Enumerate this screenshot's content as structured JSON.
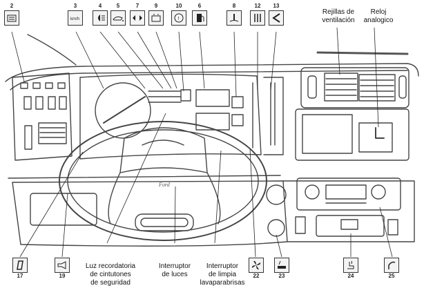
{
  "callouts_top": [
    {
      "num": "2",
      "icon": "rear-defrost-icon"
    },
    {
      "num": "3",
      "icon": "speedometer-kmh-icon"
    },
    {
      "num": "4",
      "icon": "headlight-icon"
    },
    {
      "num": "5",
      "icon": "oil-pressure-icon"
    },
    {
      "num": "7",
      "icon": "turn-signal-icon"
    },
    {
      "num": "9",
      "icon": "battery-icon"
    },
    {
      "num": "10",
      "icon": "brake-warning-icon"
    },
    {
      "num": "6",
      "icon": "fuel-pump-icon"
    },
    {
      "num": "8",
      "icon": "coolant-temp-icon"
    },
    {
      "num": "12",
      "icon": "temperature-gauge-icon"
    },
    {
      "num": "13",
      "icon": "choke-icon"
    }
  ],
  "callouts_bottom": [
    {
      "num": "17",
      "icon": "hazard-switch-icon"
    },
    {
      "num": "19",
      "icon": "horn-icon"
    },
    {
      "num": "22",
      "icon": "fan-icon"
    },
    {
      "num": "23",
      "icon": "cigarette-lighter-icon"
    },
    {
      "num": "24",
      "icon": "seat-heater-icon"
    },
    {
      "num": "25",
      "icon": "antenna-icon"
    }
  ],
  "labels": {
    "vents": [
      "Rejillas de",
      "ventilación"
    ],
    "clock": [
      "Reloj",
      "analogico"
    ],
    "seatbelt": [
      "Luz recordatoria",
      "de cintutones",
      "de seguridad"
    ],
    "lights": [
      "Interruptor",
      "de luces"
    ],
    "wipers": [
      "Interruptor",
      "de limpia",
      "lavaparabrisas"
    ]
  },
  "steering_logo": "Ford"
}
